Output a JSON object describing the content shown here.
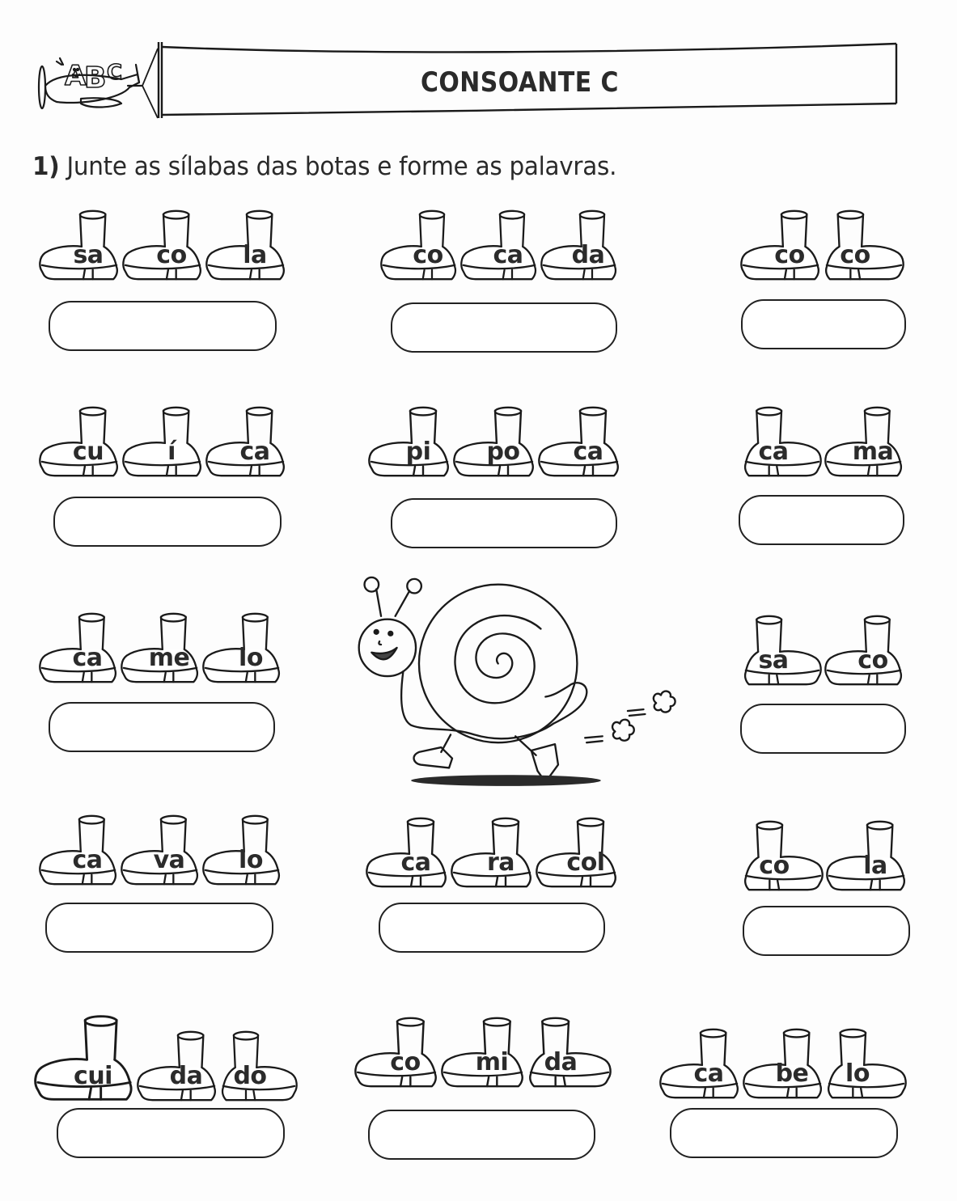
{
  "header": {
    "title": "CONSOANTE C",
    "plane_letters": "ABC"
  },
  "exercise": {
    "number": "1)",
    "instruction": "Junte as sílabas das botas e forme as palavras."
  },
  "groups": [
    {
      "syllables": [
        "sa",
        "co",
        "la"
      ],
      "answer": ""
    },
    {
      "syllables": [
        "co",
        "ca",
        "da"
      ],
      "answer": ""
    },
    {
      "syllables": [
        "co",
        "co"
      ],
      "answer": ""
    },
    {
      "syllables": [
        "cu",
        "í",
        "ca"
      ],
      "answer": ""
    },
    {
      "syllables": [
        "pi",
        "po",
        "ca"
      ],
      "answer": ""
    },
    {
      "syllables": [
        "ca",
        "ma"
      ],
      "answer": ""
    },
    {
      "syllables": [
        "ca",
        "me",
        "lo"
      ],
      "answer": ""
    },
    {
      "syllables": [
        "sa",
        "co"
      ],
      "answer": ""
    },
    {
      "syllables": [
        "ca",
        "va",
        "lo"
      ],
      "answer": ""
    },
    {
      "syllables": [
        "ca",
        "ra",
        "col"
      ],
      "answer": ""
    },
    {
      "syllables": [
        "co",
        "la"
      ],
      "answer": ""
    },
    {
      "syllables": [
        "cui",
        "da",
        "do"
      ],
      "answer": ""
    },
    {
      "syllables": [
        "co",
        "mi",
        "da"
      ],
      "answer": ""
    },
    {
      "syllables": [
        "ca",
        "be",
        "lo"
      ],
      "answer": ""
    }
  ]
}
